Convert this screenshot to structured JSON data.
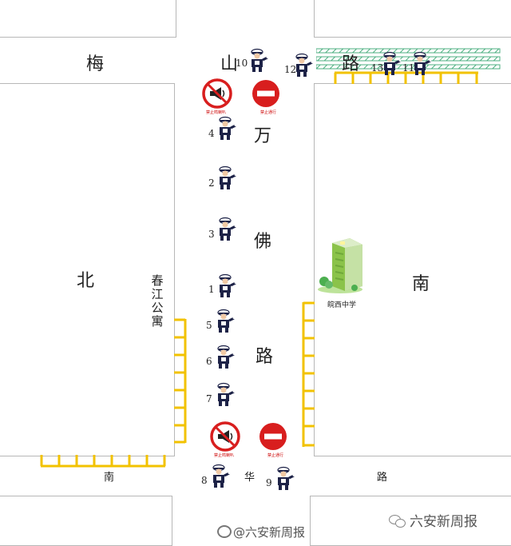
{
  "colors": {
    "block_border": "#b7b7b7",
    "parking": "#f2c200",
    "sign_red": "#d81e1e",
    "officer_uniform": "#1d2247",
    "hatch": "#4caf80"
  },
  "roads": {
    "meishan_road": [
      "梅",
      "山",
      "路"
    ],
    "wanfo_road": [
      "万",
      "佛",
      "路"
    ],
    "north": "北",
    "south": "南",
    "nanhua_road": [
      "南",
      "华",
      "路"
    ]
  },
  "buildings": {
    "apartment": "春江公寓",
    "school": "皖西中学"
  },
  "signs": {
    "no_horn_caption": "禁止鸣喇叭",
    "no_entry_caption": "禁止通行"
  },
  "officers": {
    "n1": "1",
    "n2": "2",
    "n3": "3",
    "n4": "4",
    "n5": "5",
    "n6": "6",
    "n7": "7",
    "n8": "8",
    "n9": "9",
    "n10": "10",
    "n11": "11",
    "n12": "12",
    "n13": "13"
  },
  "watermark": {
    "weibo": "@六安新周报",
    "wechat": "六安新周报",
    "weibo_icon": "weibo-icon",
    "wechat_icon": "wechat-icon"
  }
}
